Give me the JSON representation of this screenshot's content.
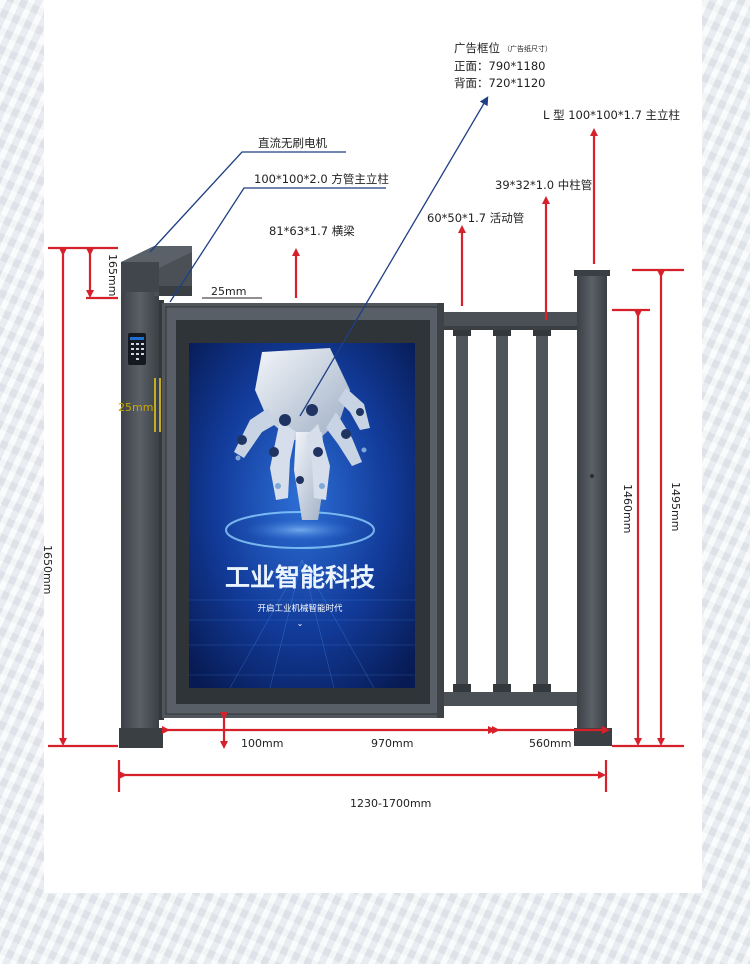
{
  "labels": {
    "ad_frame_title": "广告框位",
    "ad_frame_note": "（广告纸尺寸）",
    "ad_front": "正面：790*1180",
    "ad_back": "背面：720*1120",
    "main_post_l": "L 型 100*100*1.7 主立柱",
    "motor": "直流无刷电机",
    "square_post": "100*100*2.0 方管主立柱",
    "middle_post": "39*32*1.0 中柱管",
    "beam": "81*63*1.7 横梁",
    "movable_tube": "60*50*1.7 活动管"
  },
  "dimensions": {
    "d165": "165mm",
    "d25_top": "25mm",
    "d25_side": "25mm",
    "d1650": "1650mm",
    "d1460": "1460mm",
    "d1495": "1495mm",
    "d100": "100mm",
    "d970": "970mm",
    "d560": "560mm",
    "d_total": "1230-1700mm"
  },
  "poster": {
    "title": "工业智能科技",
    "subtitle": "开启工业机械智能时代",
    "chevron": "⌄"
  },
  "colors": {
    "frame": "#4a5056",
    "frame_dark": "#3a3f44",
    "dim_red": "#d6202a",
    "leader_blue": "#1f3f86",
    "screen_bg": "#0c2a7a",
    "reader_blue": "#1e6fd0"
  }
}
